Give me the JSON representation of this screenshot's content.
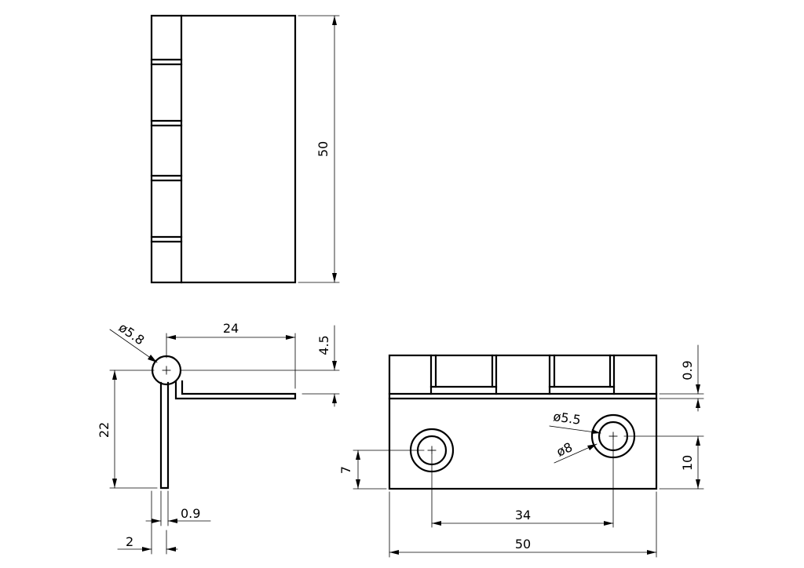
{
  "colors": {
    "line": "#000000",
    "background": "#ffffff"
  },
  "dimensions": {
    "top_height": "50",
    "side_leaf_length": "24",
    "side_knuckle_offset": "4.5",
    "side_height": "22",
    "side_thickness": "0.9",
    "side_leaf_width": "2",
    "side_knuckle_dia": "ø5.8",
    "front_gap": "0.9",
    "front_hole_dia": "ø5.5",
    "front_cbore_dia": "ø8",
    "front_hole_height": "7",
    "front_hole_height_right": "10",
    "front_hole_spacing": "34",
    "front_width": "50"
  }
}
